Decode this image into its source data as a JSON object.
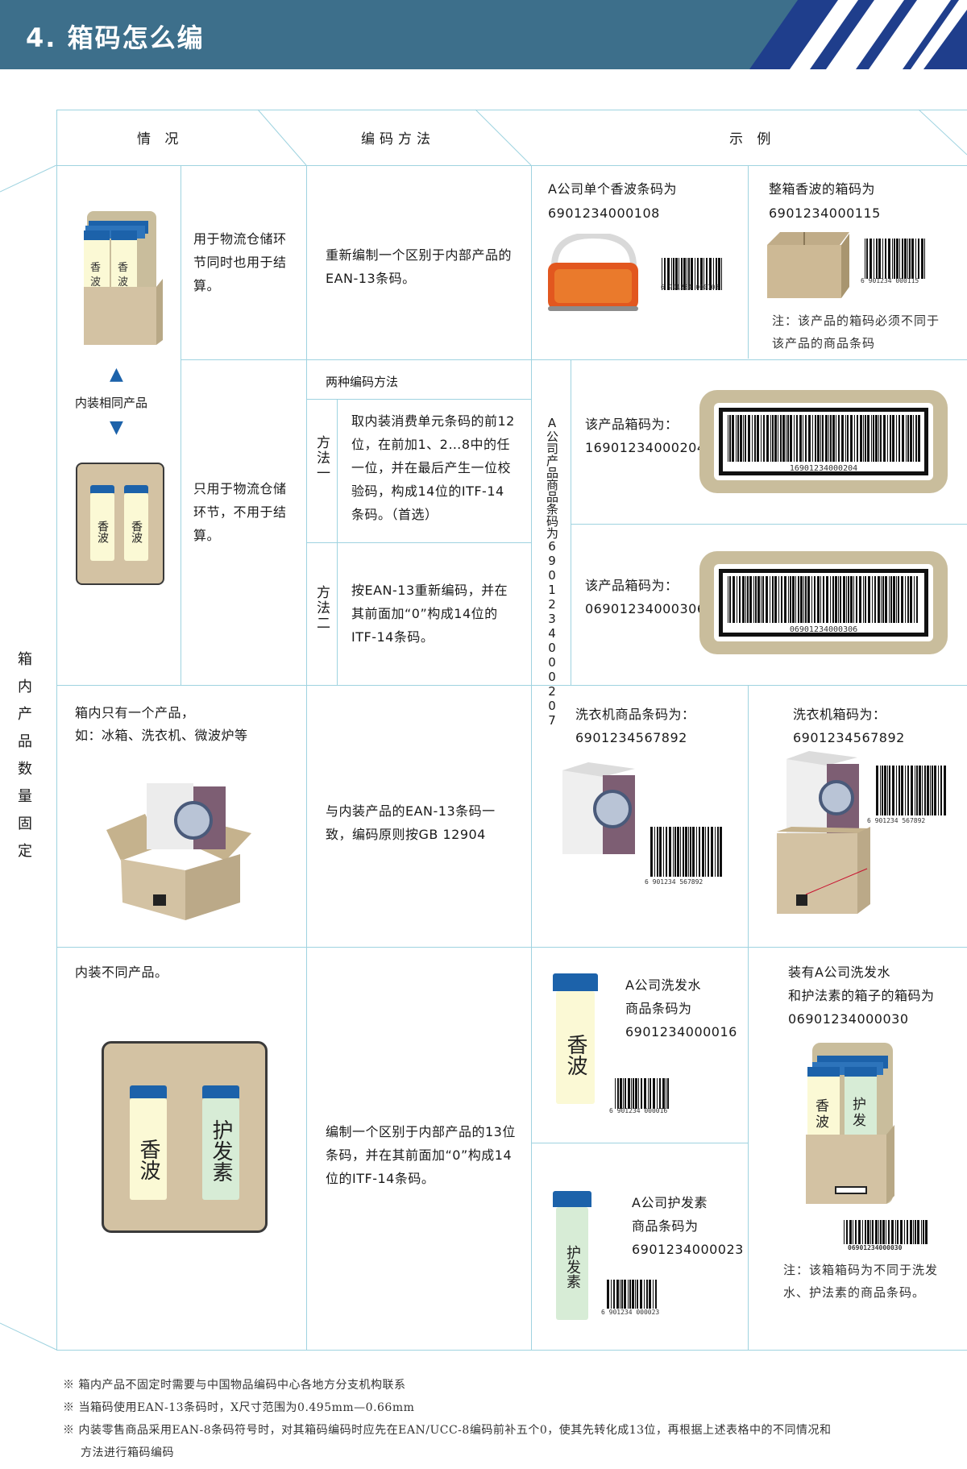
{
  "header": {
    "title": "4. 箱码怎么编"
  },
  "table": {
    "columns": [
      "情  况",
      "编码方法",
      "示  例"
    ],
    "side_label": "箱内产品数量固定",
    "inner_same_label": "内装相同产品",
    "bottle_text": "香波",
    "row1": {
      "situation": "用于物流仓储环节同时也用于结算。",
      "method": "重新编制一个区别于内部产品的EAN-13条码。",
      "example1_title": "A公司单个香波条码为",
      "example1_code": "6901234000108",
      "example1_barcode": "6 901234 000108",
      "example2_title": "整箱香波的箱码为",
      "example2_code": "6901234000115",
      "example2_barcode": "6 901234 000115",
      "example2_note": "注：该产品的箱码必须不同于该产品的商品条码"
    },
    "row2": {
      "situation": "只用于物流仓储环节，不用于结算。",
      "method_title": "两种编码方法",
      "method1_label": "方法一",
      "method1_text": "取内装消费单元条码的前12位，在前加1、2…8中的任一位，并在最后产生一位校验码，构成14位的ITF-14条码。（首选）",
      "method2_label": "方法二",
      "method2_text": "按EAN-13重新编码，并在其前面加“0”构成14位的ITF-14条码。",
      "vertical_note": "A公司产品商品条码为6901234000207",
      "ex1_title": "该产品箱码为：",
      "ex1_code": "16901234000204",
      "ex1_barcode": "16901234000204",
      "ex2_title": "该产品箱码为：",
      "ex2_code": "06901234000306",
      "ex2_barcode": "06901234000306"
    },
    "row3": {
      "situation_line1": "箱内只有一个产品，",
      "situation_line2": "如：冰箱、洗衣机、微波炉等",
      "method": "与内装产品的EAN-13条码一致，编码原则按GB 12904",
      "ex1_title": "洗衣机商品条码为：",
      "ex1_code": "6901234567892",
      "ex1_barcode": "6 901234 567892",
      "ex2_title": "洗衣机箱码为：",
      "ex2_code": "6901234567892",
      "ex2_barcode": "6 901234 567892"
    },
    "row4": {
      "situation": "内装不同产品。",
      "bottle1": "香波",
      "bottle2": "护发素",
      "method": "编制一个区别于内部产品的13位条码，并在其前面加“0”构成14位的ITF-14条码。",
      "ex1_line1": "A公司洗发水",
      "ex1_line2": "商品条码为",
      "ex1_code": "6901234000016",
      "ex1_barcode": "6 901234 000016",
      "ex2_line1": "A公司护发素",
      "ex2_line2": "商品条码为",
      "ex2_code": "6901234000023",
      "ex2_barcode": "6 901234 000023",
      "ex3_line1": "装有A公司洗发水",
      "ex3_line2": "和护法素的箱子的箱码为",
      "ex3_code": "06901234000030",
      "ex3_barcode": "06901234000030",
      "ex3_note": "注：该箱箱码为不同于洗发水、护法素的商品条码。"
    }
  },
  "footnotes": [
    "※ 箱内产品不固定时需要与中国物品编码中心各地方分支机构联系",
    "※ 当箱码使用EAN-13条码时，X尺寸范围为0.495mm—0.66mm",
    "※ 内装零售商品采用EAN-8条码符号时，对其箱码编码时应先在EAN/UCC-8编码前补五个0，使其先转化成13位，再根据上述表格中的不同情况和",
    "方法进行箱码编码"
  ]
}
